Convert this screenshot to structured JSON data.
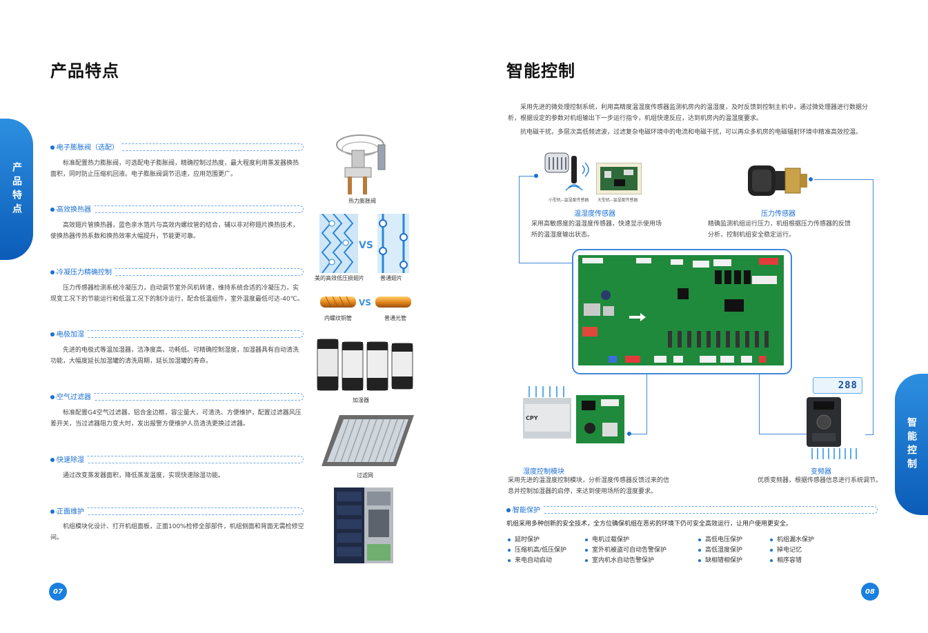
{
  "left": {
    "title": "产品特点",
    "side_tab": "产品特点",
    "features": [
      {
        "title": "电子膨胀阀（选配）",
        "body": "标准配置热力膨胀阀，可选配电子膨胀阀，精确控制过热度，最大程度利用蒸发器换热面积，同时防止压缩机回液。电子膨胀阀调节迅速，应用范围更广。"
      },
      {
        "title": "高效换热器",
        "body": "高效翅片管换热器，蓝色亲水箔片与高效内螺纹管的结合，辅以非对称翅片换热技术，使换热器传热系数和换热效率大幅提升，节能更可靠。"
      },
      {
        "title": "冷凝压力精确控制",
        "body": "压力传感器检测系统冷凝压力，自动调节室外风机转速，维持系统合适的冷凝压力，实现变工况下的节能运行和低温工况下的制冷运行，配合低温组件，室外温度最低可达-40℃。"
      },
      {
        "title": "电极加湿",
        "body": "先进的电极式等温加湿器，洁净度高，功耗低。可精确控制湿度，加湿器具有自动清洗功能，大幅度延长加湿罐的清洗周期，延长加湿罐的寿命。"
      },
      {
        "title": "空气过滤器",
        "body": "标准配置G4空气过滤器，铝合金边框，容尘量大，可清洗、方便维护，配置过滤器风压差开关，当过滤器阻力变大时，发出报警方便维护人员清洗更换过滤器。"
      },
      {
        "title": "快速除湿",
        "body": "通过改变蒸发器面积，降低蒸发温度，实现快速除湿功能。"
      },
      {
        "title": "正面维护",
        "body": "机组模块化设计、打开机组面板，正面100%检修全部部件，机组侧面和背面无需检修空间。"
      }
    ],
    "captions": {
      "valve": "热力膨胀阀",
      "fin_efficient": "美的高效低压损翅片",
      "fin_normal": "普通翅片",
      "vs": "VS",
      "tube_inner": "内螺纹铜管",
      "tube_plain": "普通光管",
      "humidifier": "加湿器",
      "filter": "过滤网"
    },
    "page_number": "07"
  },
  "right": {
    "title": "智能控制",
    "side_tab": "智能控制",
    "intro_1": "采用先进的微处理控制系统，利用高精度温湿度传感器监测机房内的温湿度，及时反馈到控制主机中，通过微处理器进行数据分析，根据设定的参数对机组输出下一步运行指令，机组快速反应，达到机房内的温湿度要求。",
    "intro_2": "抗电磁干扰，多层次高低频滤波，过滤复杂电磁环境中的电流和电磁干扰，可以再众多机房的电磁辐射环境中精准高效控温。",
    "sensor_small_caption": "小型机--温湿度传感器",
    "sensor_large_caption": "大型机--温湿度传感器",
    "temp_sensor": {
      "title": "温湿度传感器",
      "desc": "采用高敏感度的温湿度传感器，快速显示使用场所的温湿度输出状态。"
    },
    "pressure_sensor": {
      "title": "压力传感器",
      "desc": "精确监测机组运行压力，机组根据压力传感器的反馈分析，控制机组安全稳定运行。"
    },
    "humidity_module": {
      "title": "湿度控制模块",
      "desc": "采用先进的温湿度控制模块，分析湿度传感器反馈过来的信息并控制加湿器的启停，来达到使用场所的湿度要求。"
    },
    "inverter": {
      "title": "变频器",
      "desc": "优质变频器，根据传感器信息进行系统调节。",
      "display": "288"
    },
    "module_brand": "CPY",
    "protection": {
      "title": "智能保护",
      "intro": "机组采用多种创新的安全技术，全方位确保机组在恶劣的环境下仍可安全高效运行，让用户使用更安全。",
      "items": [
        "延时保护",
        "电机过载保护",
        "高低电压保护",
        "机组漏水保护",
        "压缩机高/低压保护",
        "室外机被盗可自动告警保护",
        "高低湿度保护",
        "掉电记忆",
        "来电自动启动",
        "室内机水自动告警保护",
        "缺相错相保护",
        "相序容错"
      ]
    },
    "page_number": "08"
  },
  "colors": {
    "accent": "#1a6fd1",
    "pcb": "#1f8a3c",
    "tab_gradient": "#2d8fe0"
  }
}
